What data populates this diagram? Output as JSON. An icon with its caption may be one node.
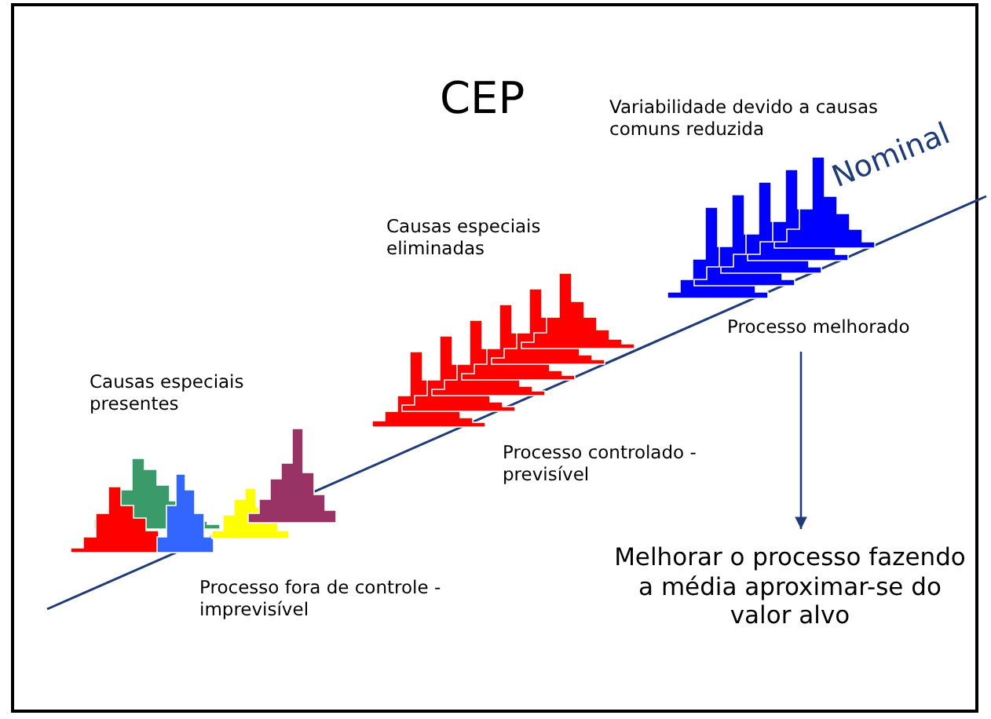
{
  "diagram": {
    "title": "CEP",
    "nodes": [
      {
        "text": [
          "Processo melhorado"
        ]
      },
      {
        "text": [
          "Melhorar o processo fazendo a média aproximar-se do valor alvo"
        ]
      }
    ],
    "edges": [
      {
        "from": 0,
        "to": 1,
        "arrow": "to"
      }
    ],
    "labels": [
      "Variabilidade devido a causas comuns reduzida",
      "Nominal",
      "Causas especiais eliminadas",
      "Causas especiais presentes",
      "Processo controlado - previsível",
      "Processo fora de controle - imprevisível"
    ]
  }
}
